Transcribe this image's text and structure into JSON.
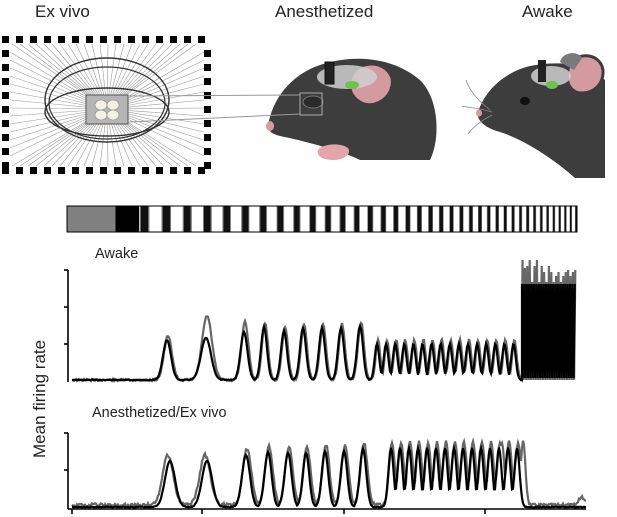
{
  "conditions": {
    "ex_vivo": "Ex vivo",
    "anesthetized": "Anesthetized",
    "awake": "Awake"
  },
  "panels": {
    "awake_title": "Awake",
    "anesthetized_title": "Anesthetized/Ex vivo"
  },
  "y_axis_label": "Mean firing rate",
  "colors": {
    "mouse_body": "#3a3a3a",
    "ear": "#d6a0a6",
    "brain": "#c8c8c8",
    "v1_region": "#6cc24a",
    "trace_measured": "#5a5a5a",
    "trace_model": "#000000"
  }
}
